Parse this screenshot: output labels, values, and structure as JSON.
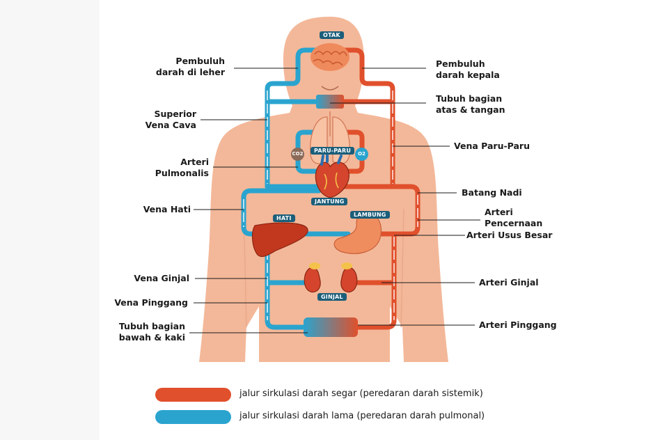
{
  "organs": {
    "otak": "OTAK",
    "paru_paru": "PARU-PARU",
    "jantung": "JANTUNG",
    "hati": "HATI",
    "lambung": "LAMBUNG",
    "ginjal": "GINJAL",
    "co2": "CO2",
    "o2": "O2"
  },
  "labels_left": {
    "pembuluh_leher": "Pembuluh\ndarah di leher",
    "superior_vena_cava": "Superior\nVena Cava",
    "arteri_pulmonalis": "Arteri\nPulmonalis",
    "vena_hati": "Vena Hati",
    "vena_ginjal": "Vena Ginjal",
    "vena_pinggang": "Vena Pinggang",
    "tubuh_bawah": "Tubuh bagian\nbawah & kaki"
  },
  "labels_right": {
    "pembuluh_kepala": "Pembuluh\ndarah kepala",
    "tubuh_atas": "Tubuh bagian\natas & tangan",
    "vena_paru": "Vena Paru-Paru",
    "batang_nadi": "Batang Nadi",
    "arteri_pencernaan": "Arteri\nPencernaan",
    "arteri_usus_besar": "Arteri Usus Besar",
    "arteri_ginjal": "Arteri Ginjal",
    "arteri_pinggang": "Arteri Pinggang"
  },
  "legend": [
    {
      "text": "jalur sirkulasi darah segar (peredaran darah sistemik)",
      "color": "#e0502c"
    },
    {
      "text": "jalur sirkulasi darah lama (peredaran darah pulmonal)",
      "color": "#2aa4cf"
    }
  ],
  "colors": {
    "skin": "#f3b899",
    "oxygenated": "#e0502c",
    "deoxygenated": "#2aa4cf",
    "tag_bg": "#1b5e7a"
  }
}
